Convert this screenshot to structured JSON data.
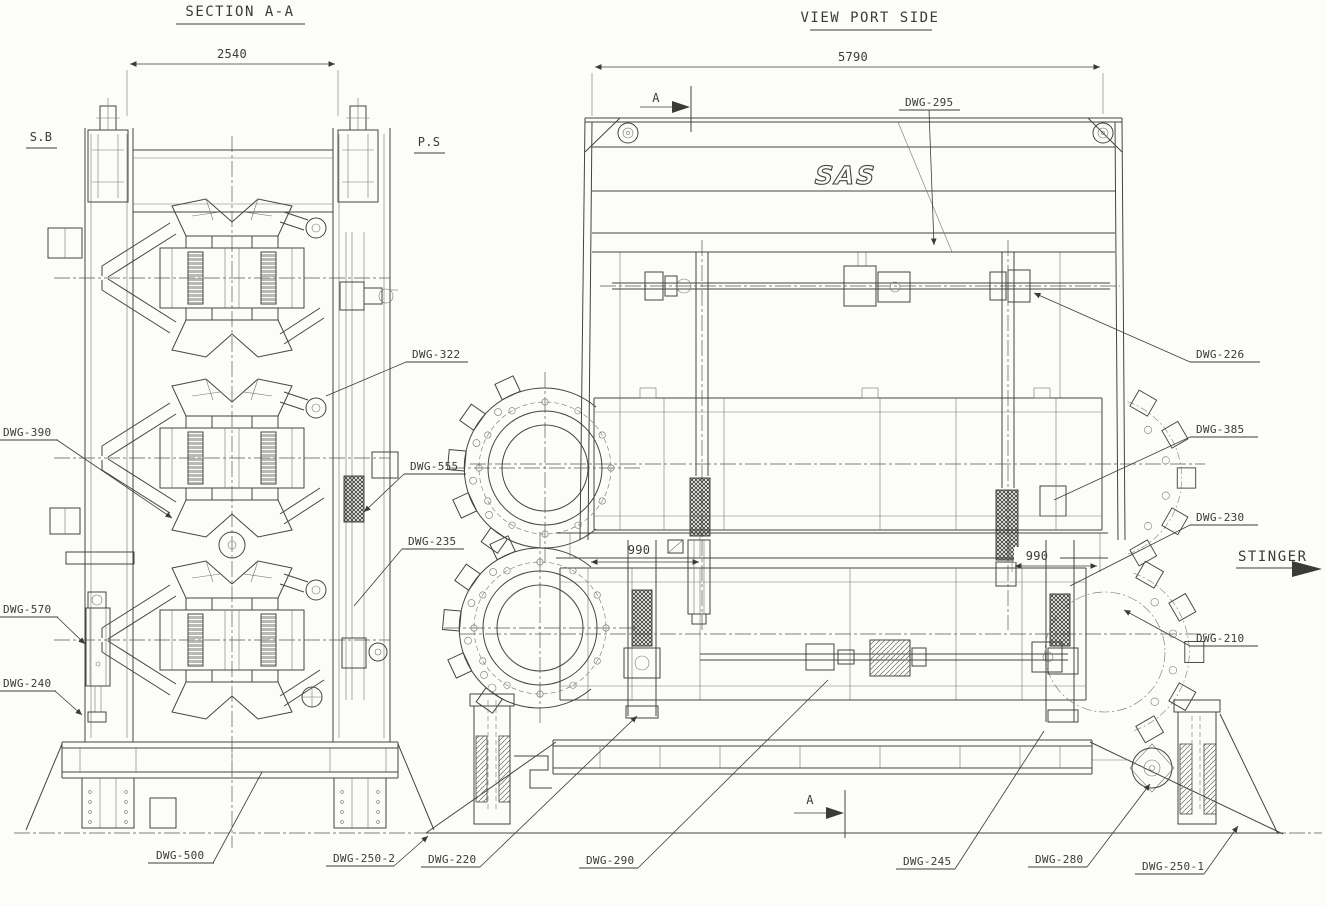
{
  "drawing": {
    "section_view": {
      "title": "SECTION A-A",
      "dim_width": "2540",
      "label_sb": "S.B",
      "label_ps": "P.S"
    },
    "port_view": {
      "title": "VIEW PORT SIDE",
      "dim_width": "5790",
      "dim_offset_left": "990",
      "dim_offset_right": "990",
      "logo": "SAS",
      "stinger": "STINGER",
      "section_marker_top": "A",
      "section_marker_bottom": "A"
    },
    "callouts": {
      "dwg_322": "DWG-322",
      "dwg_390": "DWG-390",
      "dwg_555": "DWG-555",
      "dwg_235": "DWG-235",
      "dwg_570": "DWG-570",
      "dwg_240": "DWG-240",
      "dwg_500": "DWG-500",
      "dwg_250_2": "DWG-250-2",
      "dwg_220": "DWG-220",
      "dwg_290": "DWG-290",
      "dwg_295": "DWG-295",
      "dwg_226": "DWG-226",
      "dwg_385": "DWG-385",
      "dwg_230": "DWG-230",
      "dwg_210": "DWG-210",
      "dwg_245": "DWG-245",
      "dwg_280": "DWG-280",
      "dwg_250_1": "DWG-250-1"
    }
  }
}
